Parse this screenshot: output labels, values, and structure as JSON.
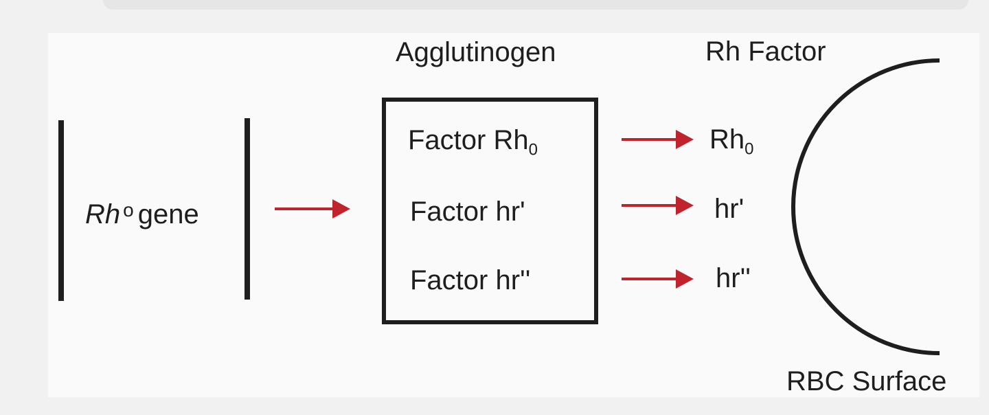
{
  "gene": {
    "name": "Rh",
    "superscript": "o",
    "suffix": "gene"
  },
  "agglutinogen": {
    "heading": "Agglutinogen",
    "factors": [
      {
        "prefix": "Factor",
        "base": "Rh",
        "sub": "0"
      },
      {
        "prefix": "Factor",
        "base": "hr'",
        "sub": ""
      },
      {
        "prefix": "Factor",
        "base": "hr''",
        "sub": ""
      }
    ]
  },
  "rh_factor": {
    "heading": "Rh Factor",
    "items": [
      {
        "base": "Rh",
        "sub": "0"
      },
      {
        "base": "hr'",
        "sub": ""
      },
      {
        "base": "hr''",
        "sub": ""
      }
    ]
  },
  "rbc_surface": {
    "label": "RBC Surface"
  },
  "colors": {
    "arrow": "#c0232b",
    "line": "#1e1e1e"
  }
}
